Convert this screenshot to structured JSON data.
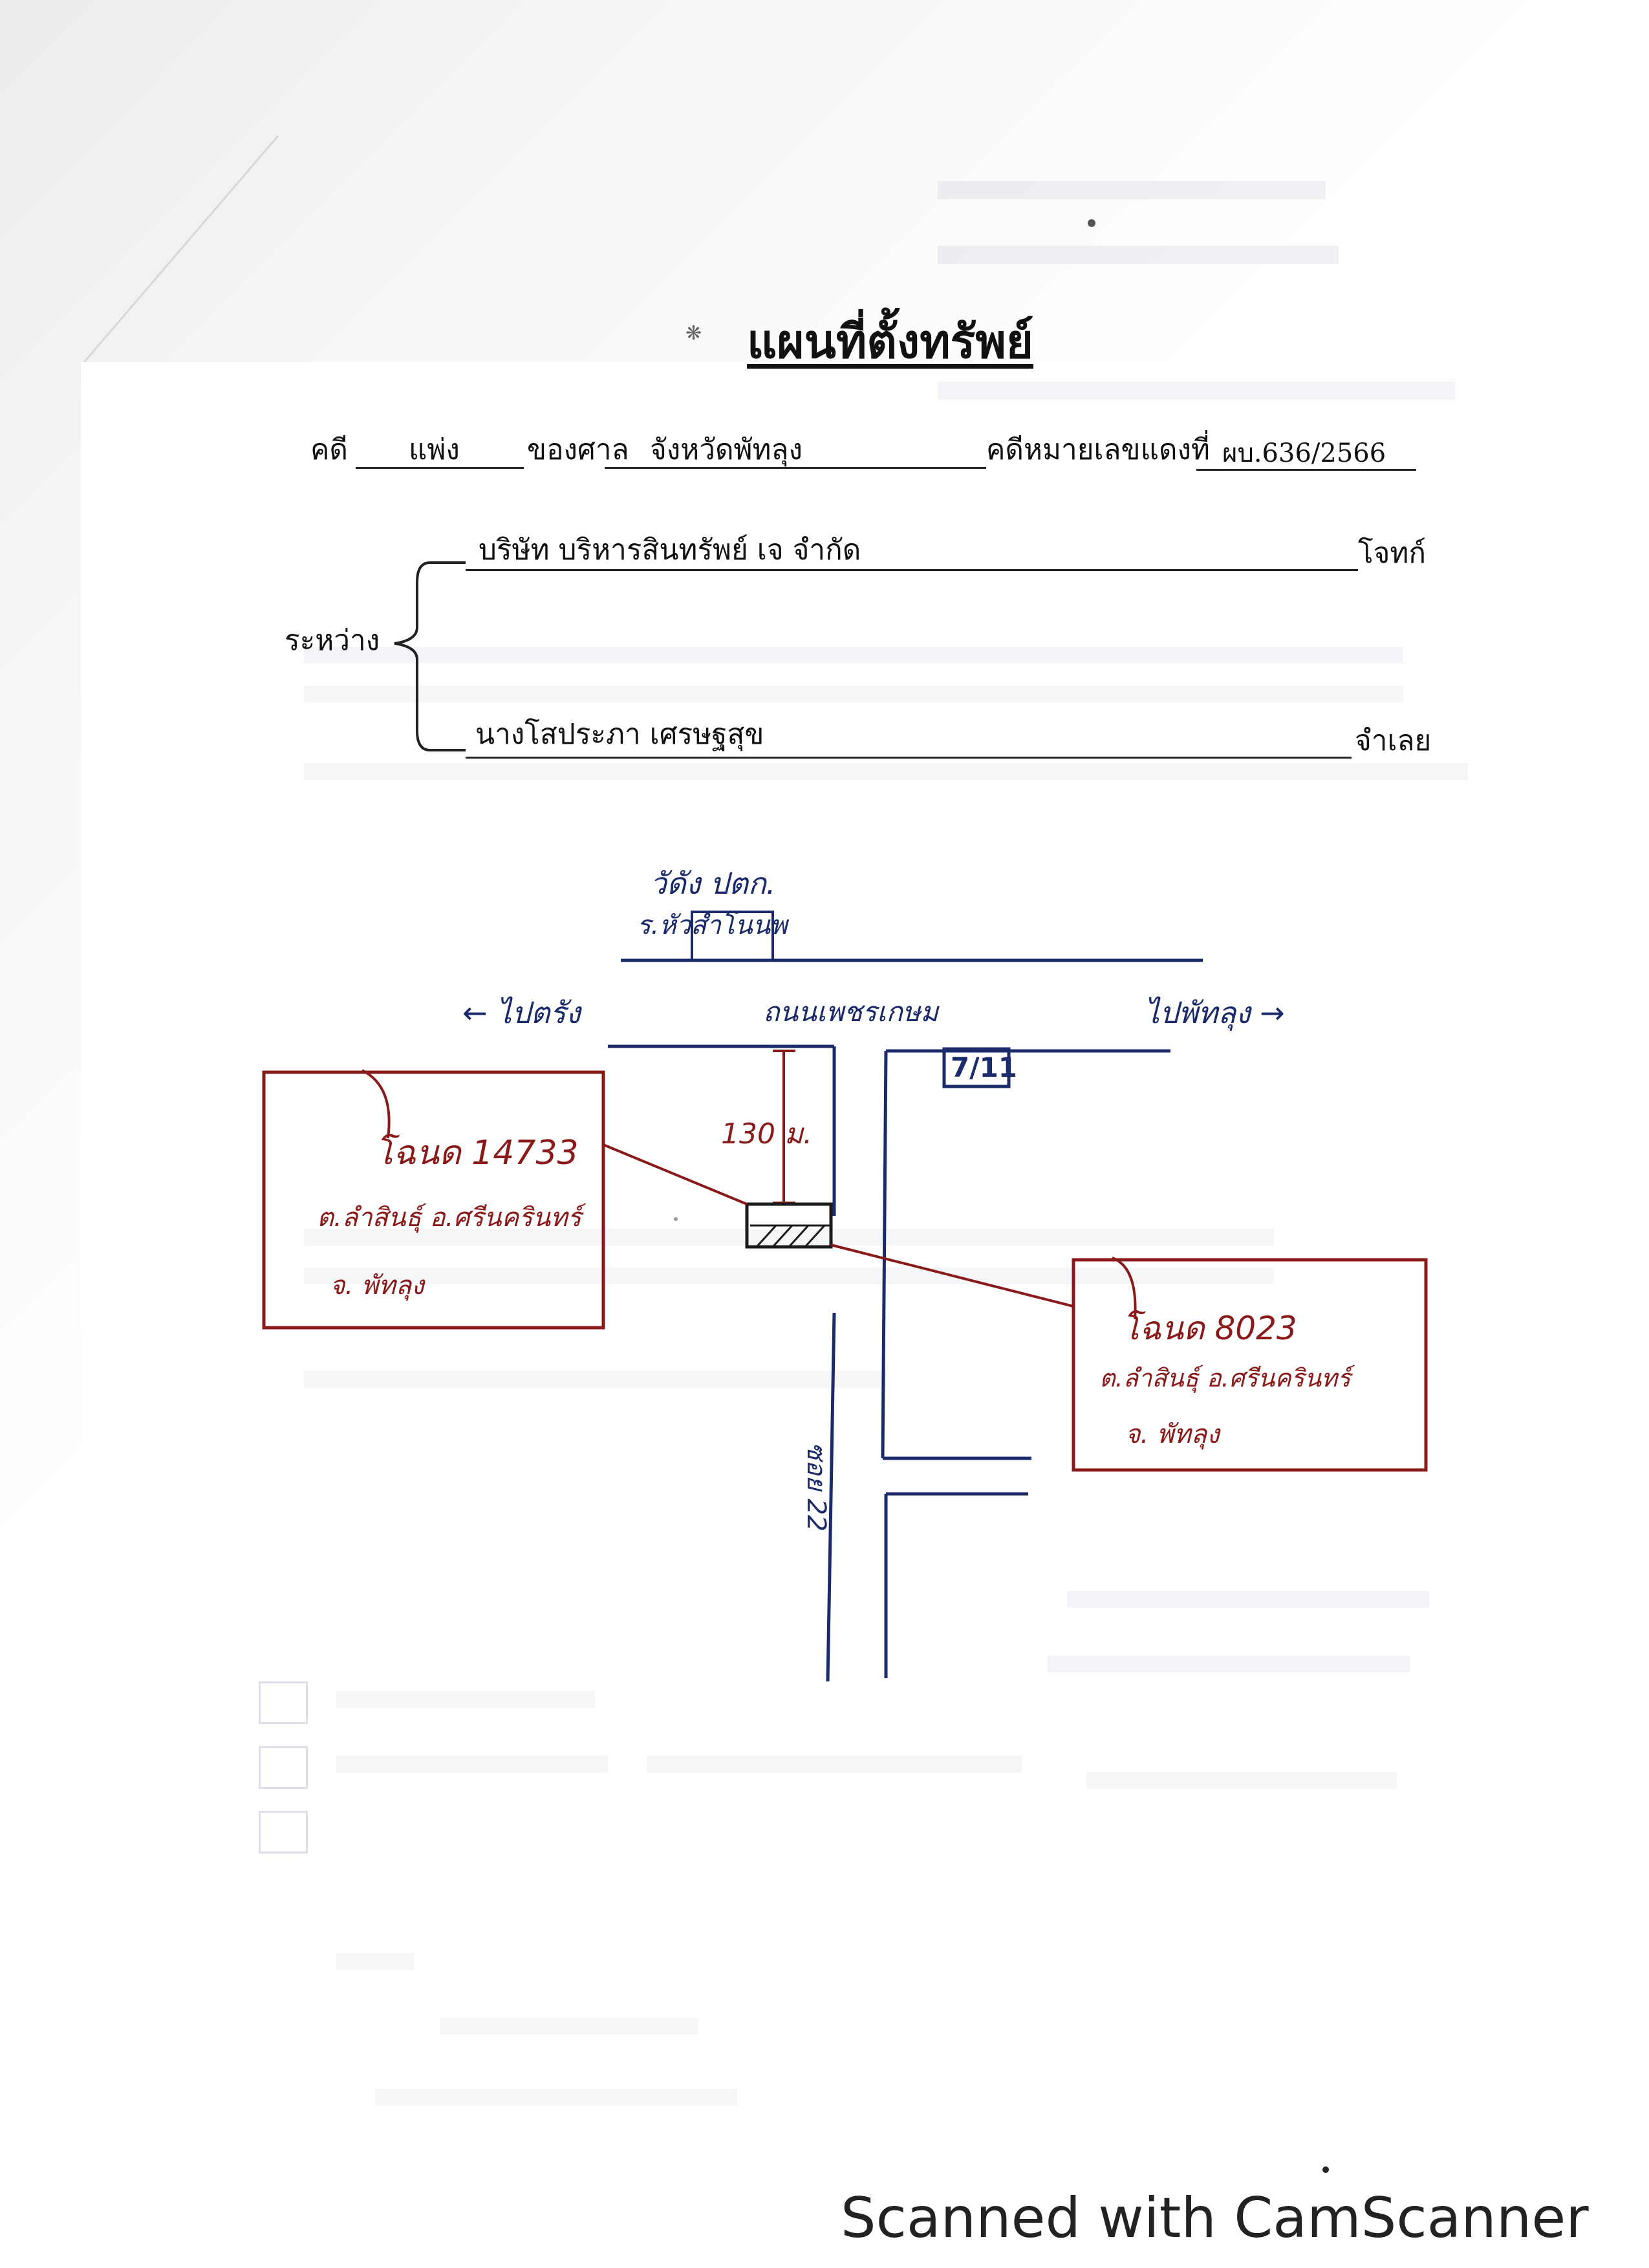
{
  "document": {
    "title": "แผนที่ตั้งทรัพย์",
    "case": {
      "label_case": "คดี",
      "case_type": "แพ่ง",
      "label_court": "ของศาล",
      "court": "จังหวัดพัทลุง",
      "label_red_no": "คดีหมายเลขแดงที่",
      "red_no": "ผบ.636/2566"
    },
    "parties": {
      "label_between": "ระหว่าง",
      "plaintiff_name": "บริษัท บริหารสินทรัพย์ เจ จำกัด",
      "plaintiff_role": "โจทก์",
      "defendant_name": "นางโสประภา   เศรษฐสุข",
      "defendant_role": "จำเลย"
    }
  },
  "map": {
    "top_label_1": "วัดัง ปตก.",
    "top_label_2": "ร.หัวสำโนนพ",
    "left_direction": "← ไปตรัง",
    "road_label": "ถนนเพชรเกษม",
    "right_direction": "ไปพัทลุง →",
    "store_label": "7/11",
    "distance_label": "130 ม.",
    "soi_label": "ซอย 22",
    "left_box": {
      "line1": "โฉนด 14733",
      "line2": "ต.ลำสินธุ์ อ.ศรีนครินทร์",
      "line3": "จ. พัทลุง"
    },
    "right_box": {
      "line1": "โฉนด 8023",
      "line2": "ต.ลำสินธุ์ อ.ศรีนครินทร์",
      "line3": "จ. พัทลุง"
    }
  },
  "footer": {
    "scanner_text": "Scanned with CamScanner"
  },
  "colors": {
    "ink_black": "#111111",
    "ink_blue": "#1a2a6a",
    "ink_red": "#8a1a1a"
  }
}
